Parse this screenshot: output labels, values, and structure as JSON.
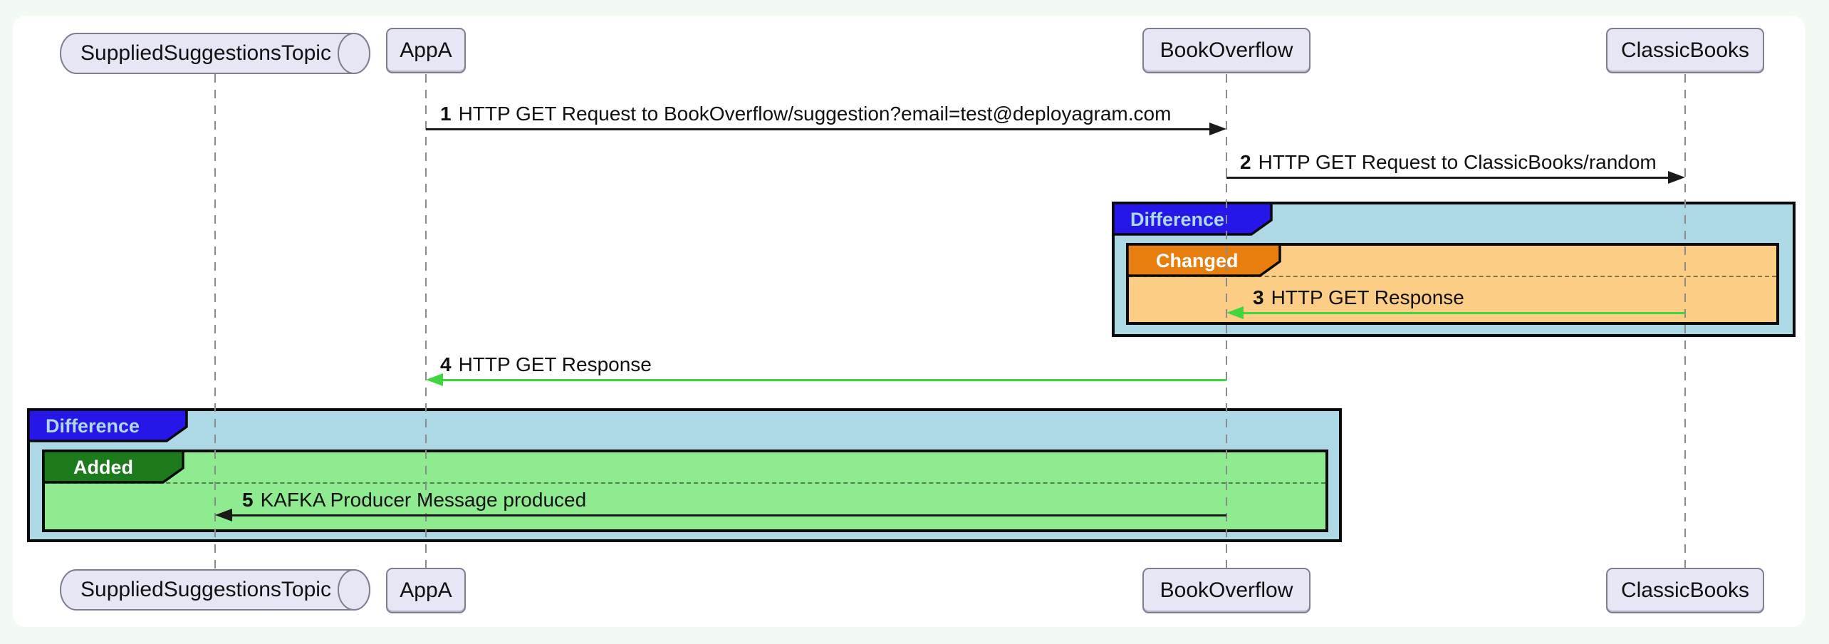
{
  "diagram": {
    "type": "sequence-diagram",
    "participants": [
      {
        "name": "SuppliedSuggestionsTopic",
        "shape": "queue-cylinder"
      },
      {
        "name": "AppA",
        "shape": "rect"
      },
      {
        "name": "BookOverflow",
        "shape": "rect"
      },
      {
        "name": "ClassicBooks",
        "shape": "rect"
      }
    ],
    "messages": [
      {
        "num": "1",
        "text": "HTTP GET Request to BookOverflow/suggestion?email=test@deployagram.com",
        "from": "AppA",
        "to": "BookOverflow",
        "direction": "right",
        "arrow_color": "#1A1A1A"
      },
      {
        "num": "2",
        "text": "HTTP GET Request to ClassicBooks/random",
        "from": "BookOverflow",
        "to": "ClassicBooks",
        "direction": "right",
        "arrow_color": "#1A1A1A"
      },
      {
        "num": "3",
        "text": "HTTP GET Response",
        "from": "ClassicBooks",
        "to": "BookOverflow",
        "direction": "left",
        "arrow_color": "#3FD63F"
      },
      {
        "num": "4",
        "text": "HTTP GET Response",
        "from": "BookOverflow",
        "to": "AppA",
        "direction": "left",
        "arrow_color": "#3FD63F"
      },
      {
        "num": "5",
        "text": "KAFKA Producer Message produced",
        "from": "BookOverflow",
        "to": "SuppliedSuggestionsTopic",
        "direction": "left",
        "arrow_color": "#1A1A1A"
      }
    ],
    "frames": [
      {
        "label": "Difference",
        "label_bg": "#2617E8",
        "label_text_color": "#ADD8E6",
        "body_bg": "#ADD8E6",
        "inner": {
          "label": "Changed",
          "label_bg": "#E87E0E",
          "label_text_color": "#FFFFFF",
          "body_bg": "#FCCE85",
          "contains_message": "3"
        }
      },
      {
        "label": "Difference",
        "label_bg": "#2617E8",
        "label_text_color": "#ADD8E6",
        "body_bg": "#ADD8E6",
        "inner": {
          "label": "Added",
          "label_bg": "#1D7B1D",
          "label_text_color": "#FFFFFF",
          "body_bg": "#8FEB8F",
          "contains_message": "5"
        }
      }
    ],
    "colors": {
      "page_bg": "#F3FAF4",
      "panel_bg": "#FFFFFF",
      "participant_fill": "#E6E6F4",
      "participant_border": "#7E7E92",
      "lifeline": "#8C8C8C",
      "black_arrow": "#1A1A1A",
      "green_arrow": "#3FD63F",
      "frame_border": "#0A0A0A"
    }
  }
}
